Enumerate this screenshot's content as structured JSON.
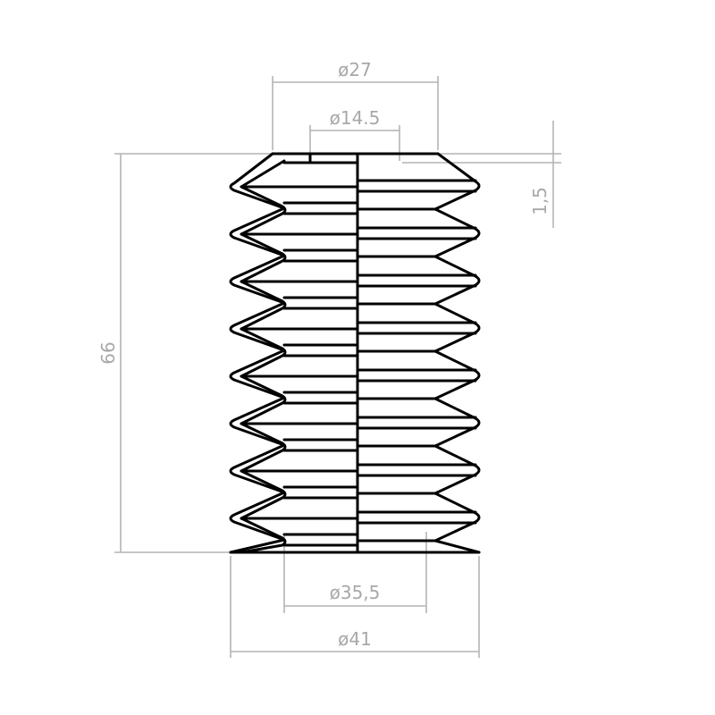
{
  "dimensions": {
    "top_outer_diameter": "ø27",
    "top_inner_diameter": "ø14.5",
    "wall_thickness": "1,5",
    "height": "66",
    "bottom_inner_diameter": "ø35,5",
    "bottom_outer_diameter": "ø41"
  },
  "colors": {
    "line": "#000000",
    "dimension": "#b4b4b4"
  },
  "convolutions": 8
}
